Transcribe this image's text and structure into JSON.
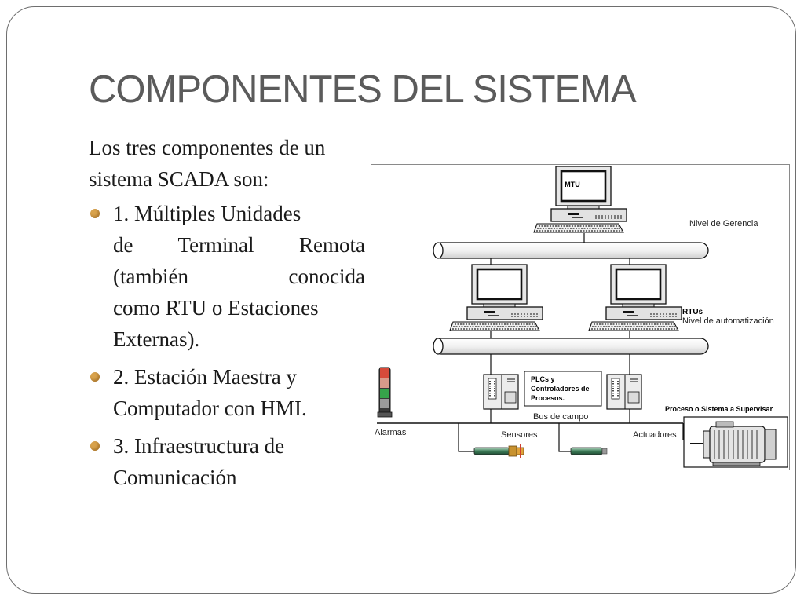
{
  "slide": {
    "title": "COMPONENTES DEL SISTEMA",
    "intro": "Los tres componentes de un sistema SCADA son:",
    "bullets": [
      {
        "lines": [
          "1. Múltiples Unidades",
          "de Terminal Remota",
          "(también conocida",
          "como RTU o Estaciones",
          "Externas)."
        ]
      },
      {
        "lines": [
          "2. Estación Maestra y",
          "Computador con HMI."
        ]
      },
      {
        "lines": [
          "3. Infraestructura de",
          "Comunicación"
        ]
      }
    ],
    "bullet_color": "#d8a24c"
  },
  "diagram": {
    "mtu_label": "MTU",
    "nivel_gerencia": "Nivel de Gerencia",
    "rtus_label": "RTUs",
    "nivel_automatizacion": "Nivel de automatización",
    "plcs_line1": "PLCs y",
    "plcs_line2": "Controladores de",
    "plcs_line3": "Procesos.",
    "bus_campo": "Bus de campo",
    "proceso_label": "Proceso o Sistema a Supervisar",
    "alarmas": "Alarmas",
    "sensores": "Sensores",
    "actuadores": "Actuadores"
  }
}
